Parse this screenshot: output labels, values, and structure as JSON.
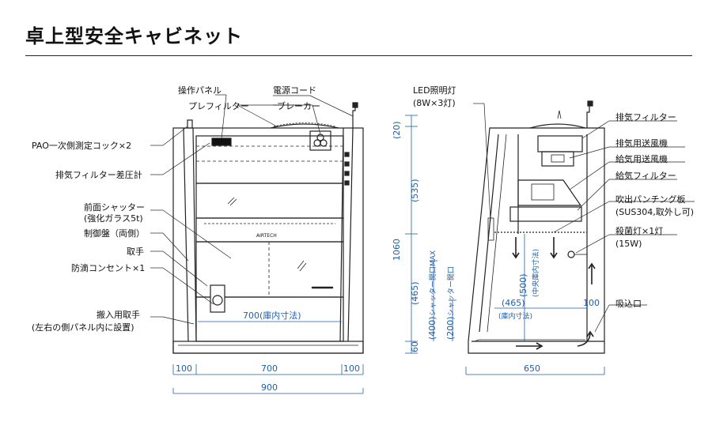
{
  "title": "卓上型安全キャビネット",
  "front_labels": {
    "control_panel": "操作パネル",
    "power_cord": "電源コード",
    "prefilter": "プレフィルター",
    "breaker": "ブレーカー",
    "pao_cock": "PAO一次側測定コック×2",
    "diff_pressure": "排気フィルター差圧計",
    "front_shutter": "前面シャッター",
    "front_shutter_note": "(強化ガラス5t)",
    "control_board": "制御盤（両側）",
    "handle": "取手",
    "outlet": "防滴コンセント×1",
    "carry_handle": "搬入用取手",
    "carry_handle_note": "(左右の側パネル内に設置)",
    "brand": "AIRTECH"
  },
  "side_labels": {
    "led": "LED照明灯",
    "led_note": "(8W×3灯)",
    "exhaust_filter": "排気フィルター",
    "exhaust_fan": "排気用送風機",
    "supply_fan": "給気用送風機",
    "supply_filter": "給気フィルター",
    "punching": "吹出パンチング板",
    "punching_note": "(SUS304,取外し可)",
    "uv_lamp": "殺菌灯×1灯",
    "uv_note": "(15W)",
    "intake": "吸込口"
  },
  "front_dims": {
    "inner_width": "700(庫内寸法)",
    "left": "100",
    "center": "700",
    "right": "100",
    "total": "900"
  },
  "side_dims": {
    "top": "(20)",
    "upper": "(535)",
    "height": "1060",
    "lower": "(465)",
    "base": "60",
    "shutter_max": "(400)",
    "shutter_max_label": "シャッター開口MAX",
    "shutter_open": "(200)",
    "shutter_open_label": "シャッター開口",
    "center_height": "(500)",
    "center_height_label": "(中央庫内寸法)",
    "depth_inner": "(465)",
    "depth_inner_note": "(庫内寸法)",
    "rear": "100",
    "depth": "650"
  },
  "colors": {
    "dimension": "#1f5fa8",
    "line": "#222222"
  }
}
